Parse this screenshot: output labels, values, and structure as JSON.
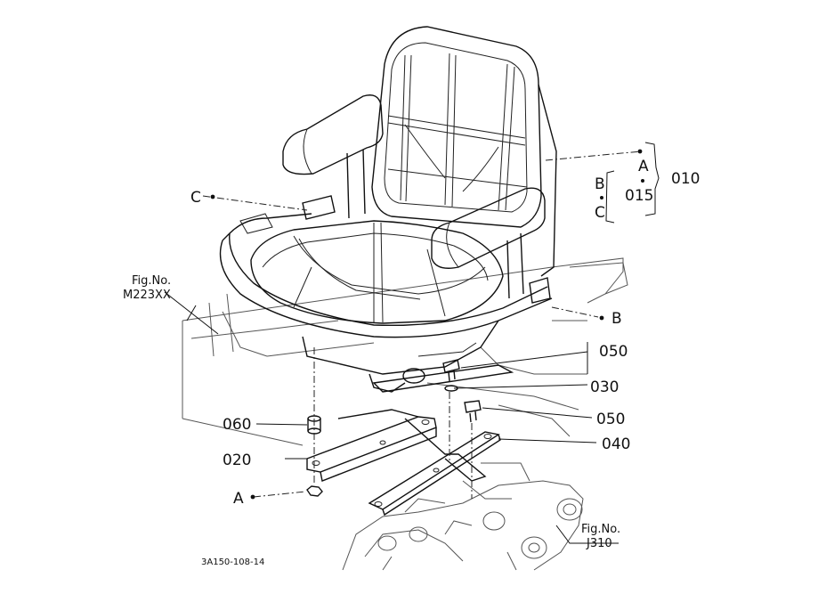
{
  "callouts": {
    "c010": "010",
    "c015": "015",
    "c020": "020",
    "c030": "030",
    "c040": "040",
    "c050a": "050",
    "c050b": "050",
    "c060": "060"
  },
  "refs": {
    "a_top": "A",
    "b_top": "B",
    "c_top": "C",
    "c_left": "C",
    "b_right": "B",
    "a_bottom": "A"
  },
  "figure_refs": {
    "left_line1": "Fig.No.",
    "left_line2": "M223XX",
    "right_line1": "Fig.No.",
    "right_line2": "J310"
  },
  "drawing_code": "3A150-108-14"
}
